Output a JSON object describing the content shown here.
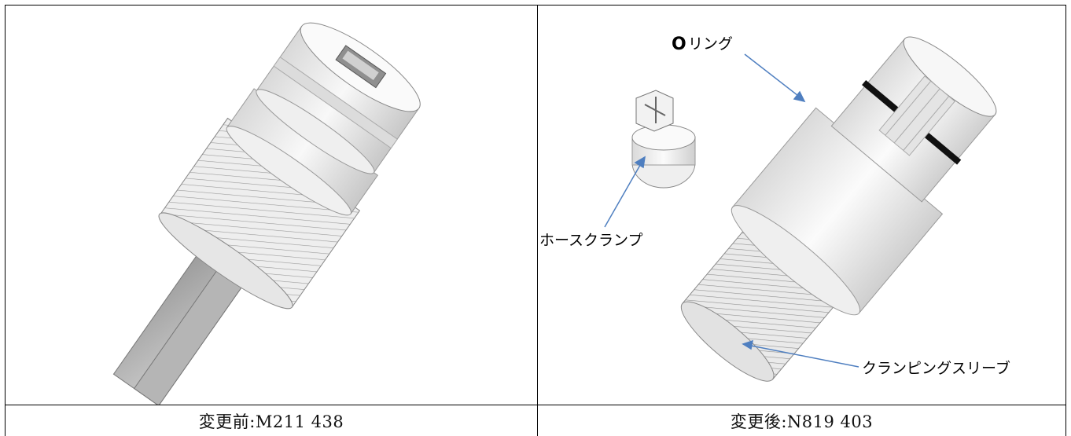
{
  "before": {
    "caption": "変更前:M211 438"
  },
  "after": {
    "caption": "変更後:N819 403",
    "labels": {
      "o_ring_letter": "O",
      "o_ring_text": "リング",
      "hose_clamp": "ホースクランプ",
      "clamping_sleeve": "クランピングスリーブ"
    }
  },
  "colors": {
    "arrow": "#4f7fc0",
    "border": "#000000"
  }
}
